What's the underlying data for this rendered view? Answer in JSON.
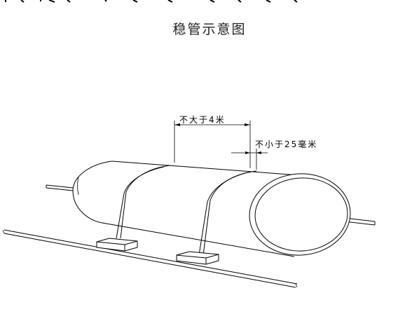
{
  "title": "稳管示意图",
  "dimension_spacing": "不大于4米",
  "dimension_gap": "不小于25毫米"
}
